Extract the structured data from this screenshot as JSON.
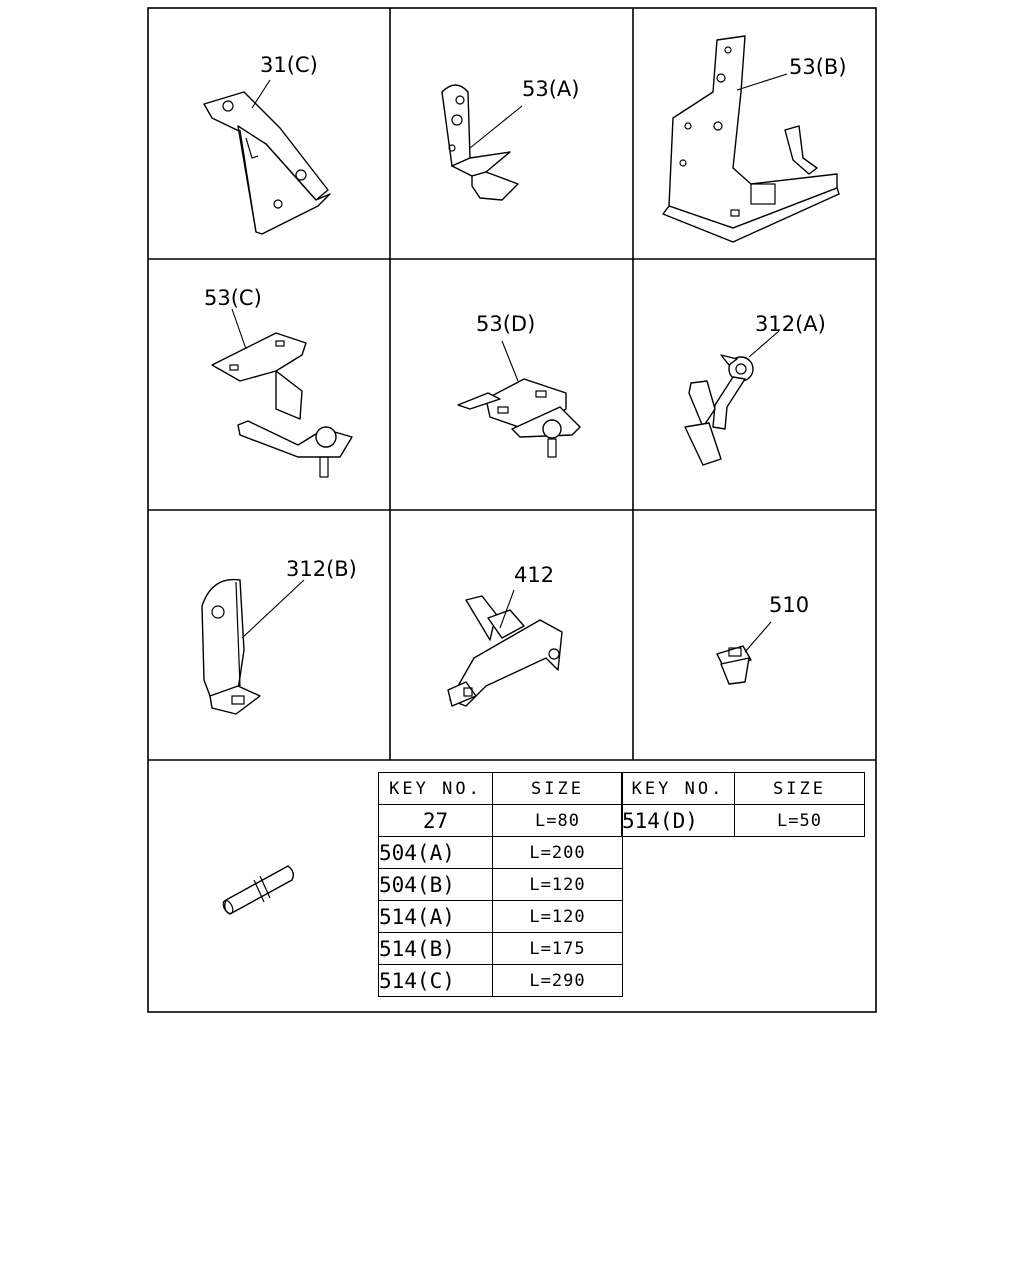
{
  "parts": [
    {
      "key": "31(C)"
    },
    {
      "key": "53(A)"
    },
    {
      "key": "53(B)"
    },
    {
      "key": "53(C)"
    },
    {
      "key": "53(D)"
    },
    {
      "key": "312(A)"
    },
    {
      "key": "312(B)"
    },
    {
      "key": "412"
    },
    {
      "key": "510"
    }
  ],
  "size_table": {
    "header_key": "KEY NO.",
    "header_size": "SIZE",
    "left_rows": [
      {
        "key": "27",
        "size": "L=80"
      },
      {
        "key": "504(A)",
        "size": "L=200"
      },
      {
        "key": "504(B)",
        "size": "L=120"
      },
      {
        "key": "514(A)",
        "size": "L=120"
      },
      {
        "key": "514(B)",
        "size": "L=175"
      },
      {
        "key": "514(C)",
        "size": "L=290"
      }
    ],
    "right_rows": [
      {
        "key": "514(D)",
        "size": "L=50"
      }
    ]
  }
}
